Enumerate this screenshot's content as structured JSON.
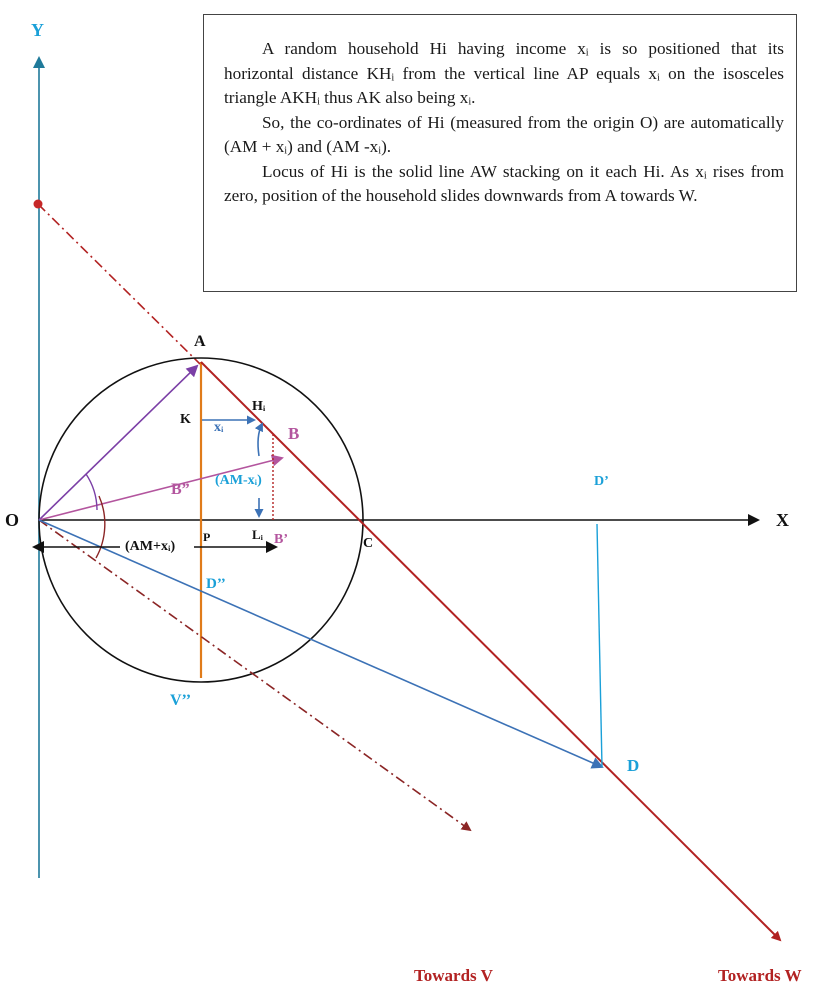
{
  "axes": {
    "y_label": "Y",
    "x_label": "X",
    "origin_label": "O"
  },
  "note": {
    "paragraphs": [
      "A random household Hi having income xᵢ is so positioned that its horizontal distance KHᵢ from the vertical line AP equals xᵢ on the isosceles triangle AKHᵢ thus AK also being xᵢ.",
      "So, the co-ordinates of Hi (measured from the origin O) are automatically (AM + xᵢ) and (AM -xᵢ).",
      "Locus of Hi is the solid line AW stacking on it each Hi. As xᵢ rises from zero, position of the household slides downwards from A towards W."
    ]
  },
  "labels": {
    "A": "A",
    "K": "K",
    "H": "Hᵢ",
    "xi": "xᵢ",
    "B": "B",
    "B2": "B”",
    "am_minus": "(AM-xᵢ)",
    "am_plus": "(AM+xᵢ)",
    "P": "P",
    "L": "Lᵢ",
    "B1": "B’",
    "C": "C",
    "D1": "D’",
    "D2": "D’’",
    "V2": "V’’",
    "D": "D",
    "towards_v": "Towards V",
    "towards_w": "Towards W"
  },
  "colors": {
    "axis": "#1f7a9a",
    "red": "#b22222",
    "orange": "#e07b1a",
    "purple": "#7b3fa6",
    "pink": "#b3559e",
    "blue": "#3c72b6",
    "cyan": "#1aa0d8",
    "dark_red": "#8b2525",
    "black": "#111111"
  }
}
